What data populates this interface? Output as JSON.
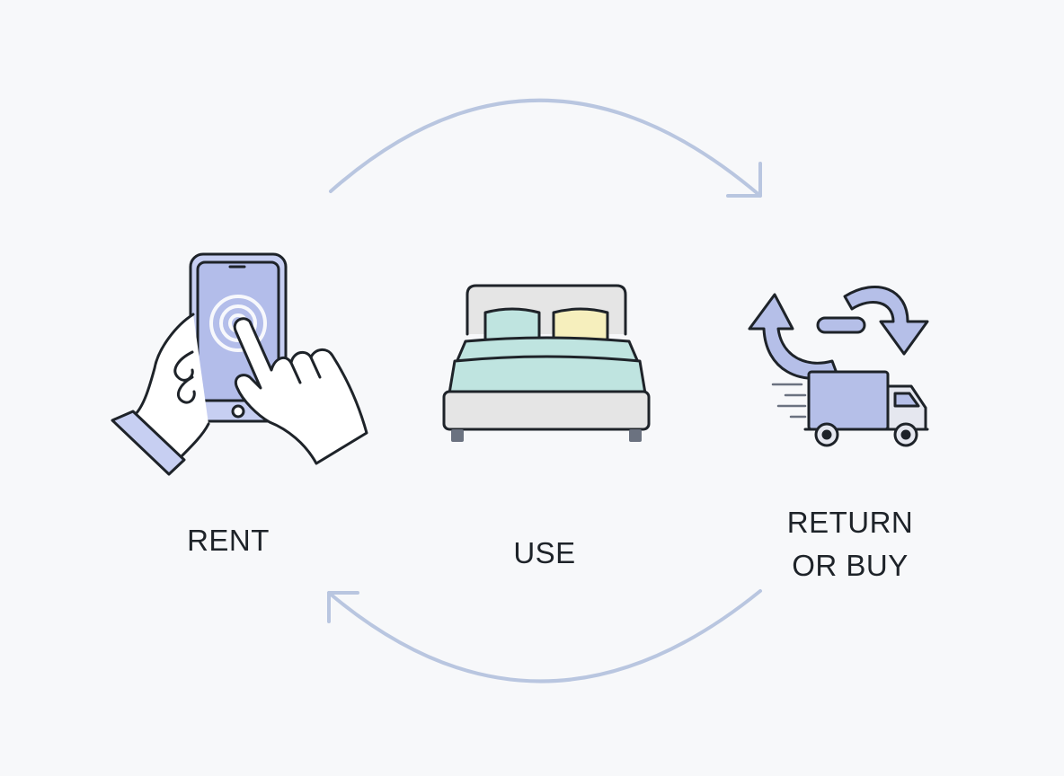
{
  "steps": [
    {
      "label": "RENT",
      "icon": "phone-tap-icon"
    },
    {
      "label": "USE",
      "icon": "bed-icon"
    },
    {
      "label_line1": "RETURN",
      "label_line2": "OR BUY",
      "icon": "truck-return-icon"
    }
  ],
  "colors": {
    "background": "#f7f8fa",
    "arrow": "#b9c6e0",
    "accent": "#b5bfe8",
    "outline": "#1e2329",
    "bed_sheet": "#bfe4e0",
    "pillow_left": "#bfe4e0",
    "pillow_right": "#f6efbd",
    "bed_frame": "#e5e5e5",
    "text": "#1e2329"
  }
}
